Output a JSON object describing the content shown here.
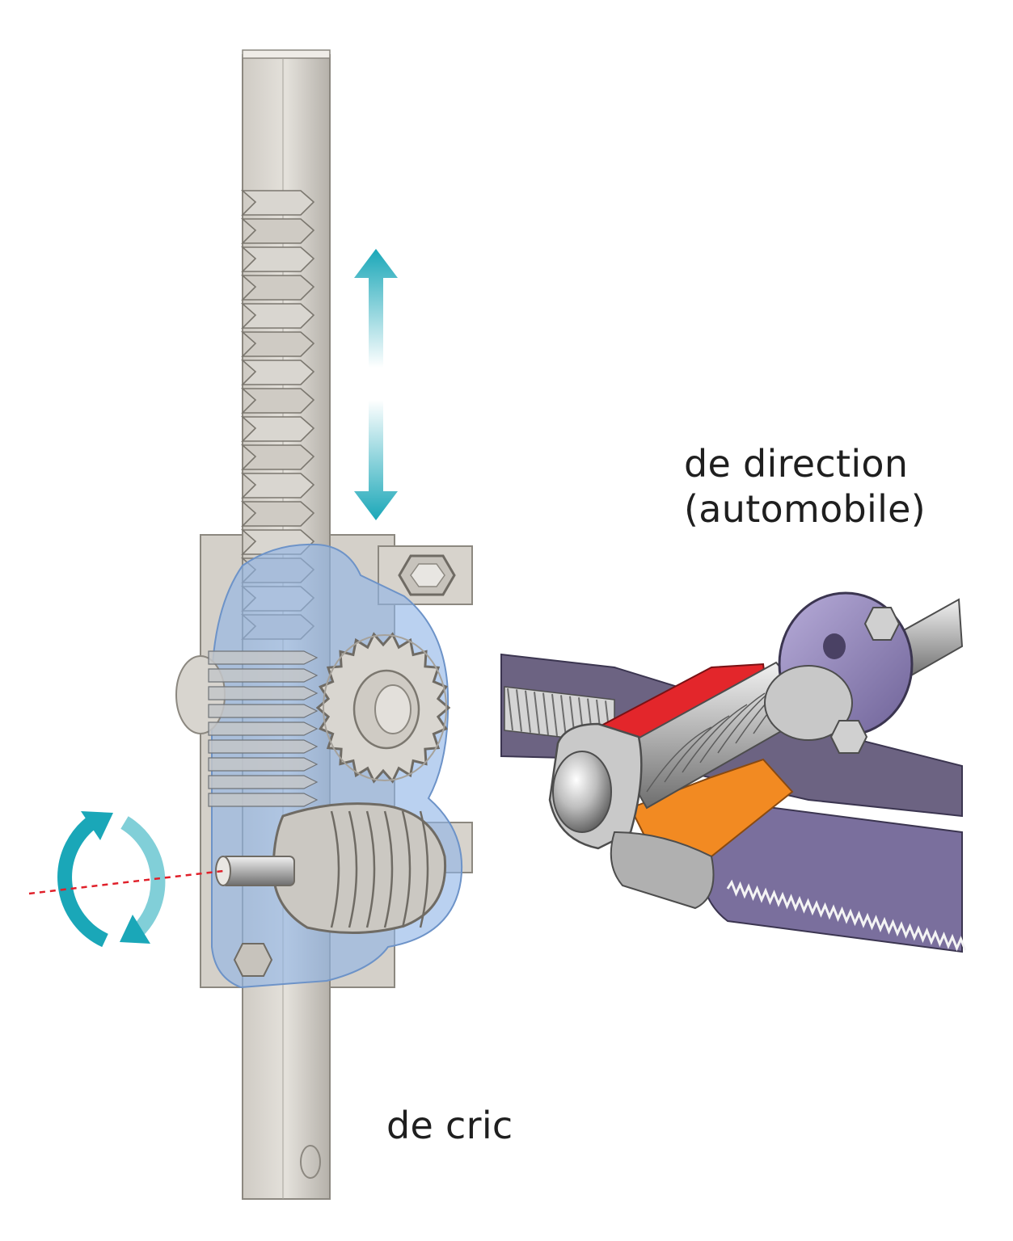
{
  "labels": {
    "steering_line1": "de direction",
    "steering_line2": "(automobile)",
    "jack": "de cric"
  },
  "colors": {
    "arrow_teal": "#1aa7b8",
    "housing_blue": "#8fb4e6",
    "steel_light": "#d9d6d0",
    "steel_mid": "#b9b5ae",
    "steel_dark": "#7b776f",
    "axis_red": "#e0202a",
    "steering_red": "#e3262b",
    "steering_orange": "#f28a22",
    "flange_purple": "#9c8fc2",
    "text": "#1f1f1f"
  },
  "icons": {
    "linear_motion": "double-vertical-arrow-icon",
    "rotation": "circular-rotation-arrows-icon"
  }
}
